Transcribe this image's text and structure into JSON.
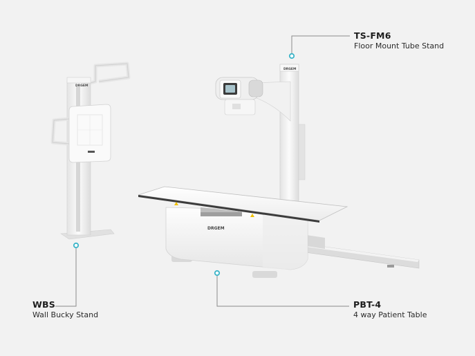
{
  "colors": {
    "background": "#f2f2f2",
    "accent_dot": "#3ab4c8",
    "leader_line": "#8a8a8a",
    "equipment_body": "#f7f7f7",
    "equipment_rail": "#c9c9c9",
    "text": "#1d1d1d"
  },
  "labels": {
    "tube_stand": {
      "code": "TS-FM6",
      "description": "Floor Mount Tube Stand"
    },
    "wall_stand": {
      "code": "WBS",
      "description": "Wall Bucky Stand"
    },
    "patient_table": {
      "code": "PBT-4",
      "description": "4 way Patient Table"
    }
  },
  "brand": {
    "logo_text": "DRGEM"
  }
}
